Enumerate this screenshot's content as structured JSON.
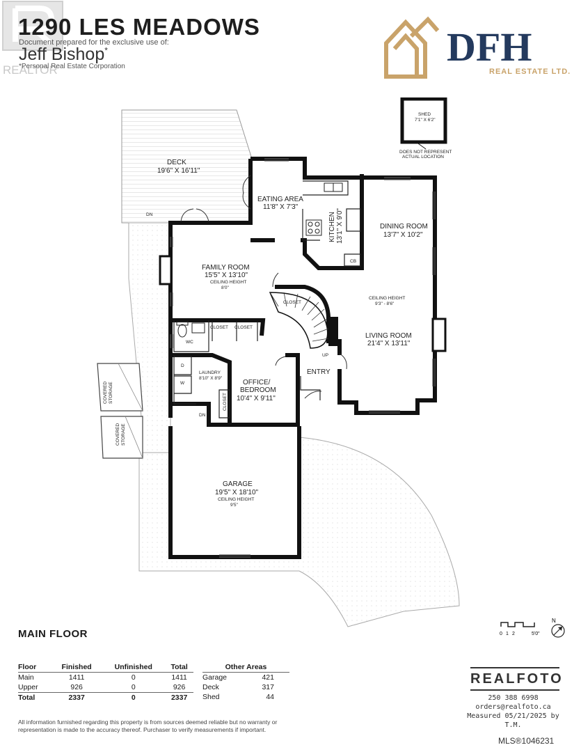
{
  "header": {
    "title": "1290 LES MEADOWS",
    "prepared_for": "Document prepared for the exclusive use of:",
    "agent_name": "Jeff Bishop",
    "agent_suffix": "*",
    "agent_corp": "*Personal Real Estate Corporation",
    "watermark": "REALTOR",
    "brokerage_logo_text": "DFH",
    "brokerage_tagline": "REAL ESTATE LTD."
  },
  "plan": {
    "shed": {
      "name": "SHED",
      "size": "7'1\" X 6'2\"",
      "note1": "DOES NOT REPRESENT",
      "note2": "ACTUAL LOCATION"
    },
    "rooms": {
      "deck": {
        "name": "DECK",
        "size": "19'6\" X 16'11\""
      },
      "eating": {
        "name": "EATING AREA",
        "size": "11'8\" X 7'3\""
      },
      "kitchen": {
        "name": "KITCHEN",
        "size": "13'1\" X 9'0\""
      },
      "dining": {
        "name": "DINING ROOM",
        "size": "13'7\" X 10'2\""
      },
      "family": {
        "name": "FAMILY ROOM",
        "size": "15'5\" X 13'10\"",
        "ceiling": "CEILING HEIGHT",
        "ceiling_val": "8'0\""
      },
      "living": {
        "name": "LIVING ROOM",
        "size": "21'4\" X 13'11\"",
        "ceiling": "CEILING HEIGHT",
        "ceiling_val": "9'3\" - 8'6\""
      },
      "office1": "OFFICE/",
      "office2": "BEDROOM",
      "office_size": "10'4\" X 9'11\"",
      "laundry": {
        "name": "LAUNDRY",
        "size": "8'10\" X 8'9\""
      },
      "garage": {
        "name": "GARAGE",
        "size": "19'5\" X 18'10\"",
        "ceiling": "CEILING HEIGHT",
        "ceiling_val": "9'5\""
      },
      "entry": "ENTRY",
      "wc": "WC",
      "closet": "CLOSET",
      "cb": "CB",
      "up": "UP",
      "dn": "DN",
      "w": "W",
      "d": "D",
      "covered_storage1a": "COVERED",
      "covered_storage1b": "STORAGE",
      "covered_storage2a": "COVERED",
      "covered_storage2b": "STORAGE"
    },
    "floor_label": "MAIN FLOOR",
    "scale": {
      "t0": "0",
      "t1": "1",
      "t2": "2",
      "t5": "5'0\""
    },
    "north": "N"
  },
  "area_table": {
    "headers": [
      "Floor",
      "Finished",
      "Unfinished",
      "Total"
    ],
    "rows": [
      [
        "Main",
        "1411",
        "0",
        "1411"
      ],
      [
        "Upper",
        "926",
        "0",
        "926"
      ]
    ],
    "total": [
      "Total",
      "2337",
      "0",
      "2337"
    ]
  },
  "other_areas": {
    "header": "Other Areas",
    "rows": [
      [
        "Garage",
        "421"
      ],
      [
        "Deck",
        "317"
      ],
      [
        "Shed",
        "44"
      ]
    ]
  },
  "footer": {
    "realfoto": "REALFOTO",
    "phone": "250 388 6998",
    "email": "orders@realfoto.ca",
    "measured": "Measured 05/21/2025 by T.M.",
    "disclaimer": "All information furnished regarding this property is from sources deemed reliable but no warranty or representation is made to the accuracy thereof. Purchaser to verify measurements if important.",
    "mls": "MLS®1046231"
  },
  "colors": {
    "wall": "#111111",
    "brand_gold": "#c9a36a",
    "brand_navy": "#243a5e",
    "hatch": "#cccccc"
  }
}
